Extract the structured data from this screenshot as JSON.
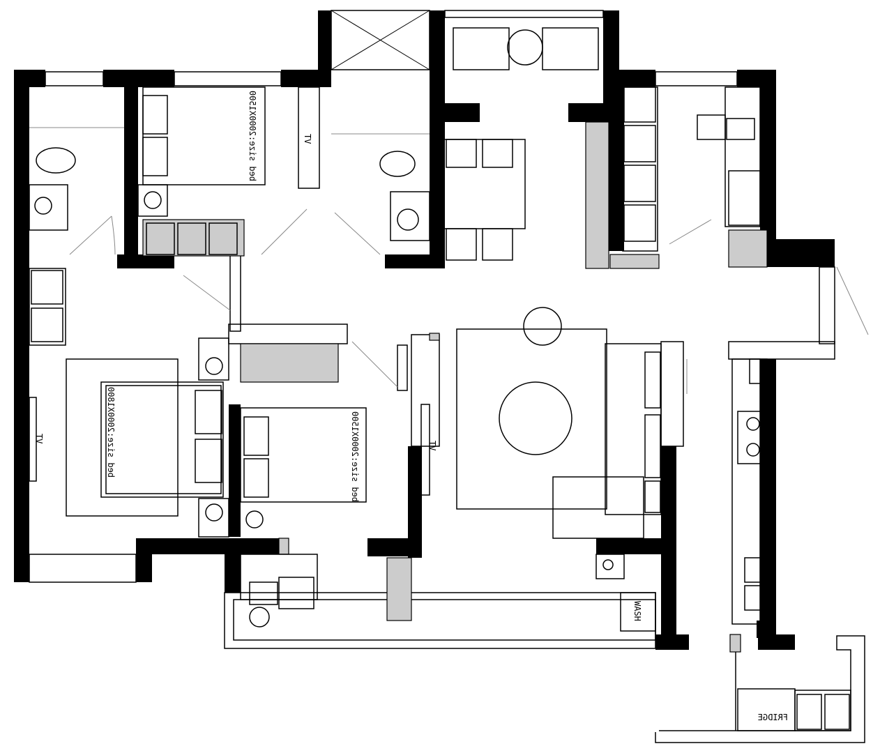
{
  "plan": {
    "labels": {
      "bed_master": "bed size:2000X1800",
      "bed_second": "bed size:2000X1500",
      "bed_top": "bed size:2000X1500",
      "tv_top": "TV",
      "tv_left": "TV",
      "tv_center": "TV",
      "wash": "WASH",
      "fridge": "FRIDGE"
    },
    "colors": {
      "wall": "#000000",
      "hatch": "#cccccc",
      "background": "#ffffff"
    }
  }
}
